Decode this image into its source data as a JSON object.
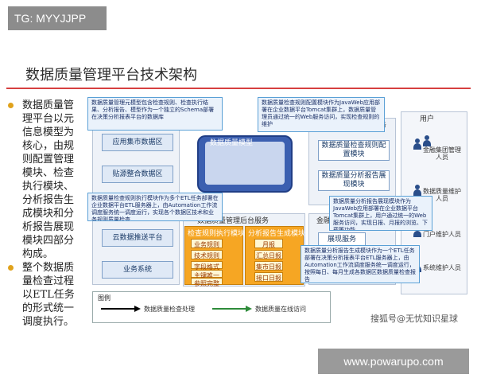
{
  "tag": "TG: MYYJJPP",
  "slide_title": "数据质量管理平台技术架构",
  "left_text": [
    "数据质量管理平台以元信息模型为核心，由规则配置管理模块、检查执行模块、分析报告生成模块和分析报告展现模块四部分构成。",
    "整个数据质量检查过程以ETL任务的形式统一调度执行。"
  ],
  "diagram": {
    "left_panel_head": "",
    "boxes": {
      "app_market": "应用集市数据区",
      "paste_source": "贴源整合数据区",
      "cloud_platform": "云数据推送平台",
      "business_system": "业务系统",
      "rule_config": "数据质量检查规则配置模块",
      "report_display": "数据质量分析报告展现模块",
      "show_service": "展现服务",
      "db_model": "数据质量模型"
    },
    "panels": {
      "right_top": "服务",
      "user": "用户",
      "bg_service": "数据质量管理后台服务",
      "check_exec": "检查规则执行模块",
      "report_gen": "分析报告生成模块",
      "portal": "金融"
    },
    "mini_left": [
      "业务规则",
      "技术规则",
      "字段格式",
      "主键唯一",
      "参照完整"
    ],
    "mini_right": [
      "月报",
      "汇总日报",
      "集市日报",
      "接口日报"
    ],
    "users": [
      "金融集团管理人员",
      "数据质量维护人员",
      "门户维护人员",
      "系统维护人员"
    ],
    "callouts": [
      "数据质量管理元模型包含检查规则、检查执行结果、分析报告、模型作为一个独立的Schema部署在决策分析报表平台的数据库",
      "数据质量检查规则配置模块作为JavaWeb应用部署在企业数据平台Tomcat集群上，数据质量管理员通过统一的Web服务访问，实现检查规则的维护",
      "数据质量检查规则执行模块作为多个ETL任务部署在企业数据平台ETL服务器上，由Automation工作流调度服务统一调度运行，实现各个数据区技术和业务规则质量检查",
      "数据质量分析报告展现模块作为JavaWeb应用部署在企业数据平台Tomcat集群上，用户通过统一的Web服务访问，实现日报、月报的浏览、下载等功能",
      "数据质量分析报告生成模块作为一个ETL任务部署在决策分析报表平台ETL服务器上，由Automation工作流调度服务统一调度运行，按照每日、每月生成各数据区数据质量检查报告"
    ],
    "legend": {
      "title": "图例",
      "item1": "数据质量检查处理",
      "item2": "数据质量在线访问"
    }
  },
  "watermark": "搜狐号@无忧知识星球",
  "footer_url": "www.powarupo.com",
  "colors": {
    "accent_red": "#d64040",
    "bullet": "#e0a21c",
    "callout_border": "#5aa0d6",
    "orange": "#f6a623"
  }
}
